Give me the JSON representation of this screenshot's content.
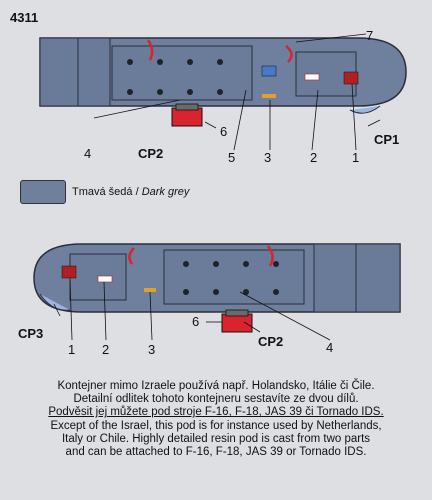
{
  "page_number": "4311",
  "legend": {
    "swatch_color": "#6f7f9e",
    "label_cz": "Tmavá šedá",
    "separator": " / ",
    "label_en": "Dark grey"
  },
  "top_view": {
    "labels": {
      "n7": "7",
      "n6": "6",
      "n4": "4",
      "n5": "5",
      "n3": "3",
      "n2": "2",
      "n1": "1",
      "cp1": "CP1",
      "cp2": "CP2"
    }
  },
  "bottom_view": {
    "labels": {
      "cp3": "CP3",
      "n1": "1",
      "n2": "2",
      "n3": "3",
      "n6": "6",
      "cp2": "CP2",
      "n4": "4"
    }
  },
  "caption": {
    "line1": "Kontejner mimo Izraele používá např. Holandsko, Itálie či Čile.",
    "line2": "Detailní odlitek tohoto kontejneru sestavíte ze dvou dílů.",
    "line3": "Podvěsit jej můžete pod stroje F-16, F-18, JAS 39 či Tornado IDS.",
    "line4": "Except of the Israel, this pod is for instance used by Netherlands,",
    "line5": "Italy or Chile. Highly detailed resin pod is cast from two parts",
    "line6": "and can be attached to F-16, F-18, JAS 39 or Tornado IDS."
  }
}
